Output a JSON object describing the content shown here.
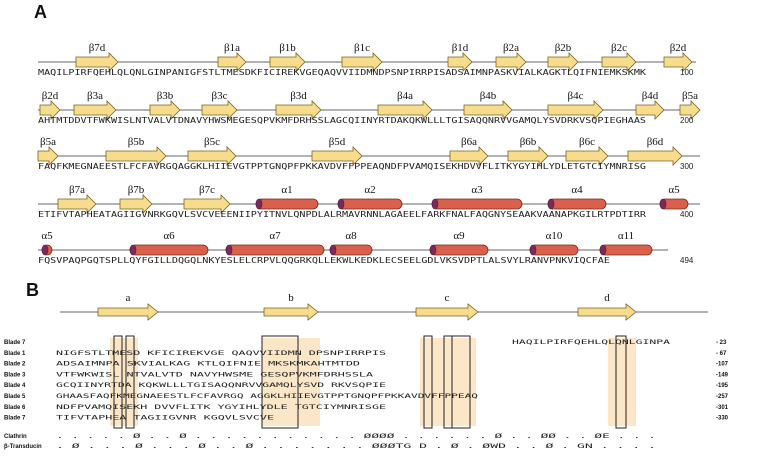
{
  "panel_a": {
    "label": "A",
    "rows": [
      {
        "seq": "MAQILPIRFQEHLQLQNLGINPANIGFSTLTMESDKFICIREKVGEQAQVVIIDMNDPSNPIRRPISADSAIMNPASKVIALKAGKTLQIFNIEMKSKMK",
        "end": "100",
        "elements": [
          {
            "type": "strand",
            "label": "β7d"
          },
          {
            "type": "strand",
            "label": "β1a"
          },
          {
            "type": "strand",
            "label": "β1b"
          },
          {
            "type": "strand",
            "label": "β1c"
          },
          {
            "type": "strand",
            "label": "β1d"
          },
          {
            "type": "strand",
            "label": "β2a"
          },
          {
            "type": "strand",
            "label": "β2b"
          },
          {
            "type": "strand",
            "label": "β2c"
          },
          {
            "type": "strand",
            "label": "β2d"
          }
        ]
      },
      {
        "seq": "AHTMTDDVTFWKWISLNTVALVTDNAVYHWSMEGESQPVKMFDRHSSLAGCQIINYRTDAKQKWLLLTGISAQQNRVVGAMQLYSVDRKVSQPIEGHAAS",
        "end": "200",
        "elements": [
          {
            "type": "strand",
            "label": "β2d"
          },
          {
            "type": "strand",
            "label": "β3a"
          },
          {
            "type": "strand",
            "label": "β3b"
          },
          {
            "type": "strand",
            "label": "β3c"
          },
          {
            "type": "strand",
            "label": "β3d"
          },
          {
            "type": "strand",
            "label": "β4a"
          },
          {
            "type": "strand",
            "label": "β4b"
          },
          {
            "type": "strand",
            "label": "β4c"
          },
          {
            "type": "strand",
            "label": "β4d"
          },
          {
            "type": "strand",
            "label": "β5a"
          }
        ]
      },
      {
        "seq": "FAQFKMEGNAEESTLFCFAVRGQAGGKLHIIEVGTPPTGNQPFPKKAVDVFFPPEAQNDFPVAMQISEKHDVVFLITKYGYIHLYDLETGTCIYMNRISG",
        "end": "300",
        "elements": [
          {
            "type": "strand",
            "label": "β5a"
          },
          {
            "type": "strand",
            "label": "β5b"
          },
          {
            "type": "strand",
            "label": "β5c"
          },
          {
            "type": "strand",
            "label": "β5d"
          },
          {
            "type": "strand",
            "label": "β6a"
          },
          {
            "type": "strand",
            "label": "β6b"
          },
          {
            "type": "strand",
            "label": "β6c"
          },
          {
            "type": "strand",
            "label": "β6d"
          }
        ]
      },
      {
        "seq": "ETIFVTAPHEATAGIIGVNRKGQVLSVCVEEENIIPYITNVLQNPDLALRMAVRNNLAGAEELFARKFNALFAQGNYSEAAKVAANAPKGILRTPDTIRR",
        "end": "400",
        "elements": [
          {
            "type": "strand",
            "label": "β7a"
          },
          {
            "type": "strand",
            "label": "β7b"
          },
          {
            "type": "strand",
            "label": "β7c"
          },
          {
            "type": "helix",
            "label": "α1"
          },
          {
            "type": "helix",
            "label": "α2"
          },
          {
            "type": "helix",
            "label": "α3"
          },
          {
            "type": "helix",
            "label": "α4"
          },
          {
            "type": "helix",
            "label": "α5"
          }
        ]
      },
      {
        "seq": "FQSVPAQPGQTSPLLQYFGILLDQGQLNKYESLELCRPVLQQGRKQLLEKWLKEDKLECSEELGDLVKSVDPTLALSVYLRANVPNKVIQCFAE",
        "end": "494",
        "elements": [
          {
            "type": "helix",
            "label": "α5"
          },
          {
            "type": "helix",
            "label": "α6"
          },
          {
            "type": "helix",
            "label": "α7"
          },
          {
            "type": "helix",
            "label": "α8"
          },
          {
            "type": "helix",
            "label": "α9"
          },
          {
            "type": "helix",
            "label": "α10"
          },
          {
            "type": "helix",
            "label": "α11"
          }
        ]
      }
    ]
  },
  "panel_b": {
    "label": "B",
    "strand_labels": [
      "a",
      "b",
      "c",
      "d"
    ],
    "blades": [
      {
        "name": "Blade 7",
        "seq": "HAQILPIRFQEHLQLQNLGINPA",
        "end": "- 23"
      },
      {
        "name": "Blade 1",
        "seq": "NIGFSTLTMESD  KFICIREKVGE  QAQVVIIDMN  DPSNPIRRPIS",
        "end": "- 67"
      },
      {
        "name": "Blade 2",
        "seq": "ADSAIMNPA  SKVIALKAG  KTLQIFNIE  MKSKMKAHTMTDD",
        "end": "-107"
      },
      {
        "name": "Blade 3",
        "seq": "VTFWKWISL  NTVALVTD  NAVYHWSME  GESQPVKMFDRHSSLA",
        "end": "-149"
      },
      {
        "name": "Blade 4",
        "seq": "GCQIINYRTDA  KQKWLLLTGISAQQNRVVGAMQLYSVD  RKVSQPIE",
        "end": "-195"
      },
      {
        "name": "Blade 5",
        "seq": "GHAASFAQFKMEGNAEESTLFCFAVRGQ  AGGKLHIIEVGTPPTGNQPFPKKAVDVFFPPEAQ",
        "end": "-257"
      },
      {
        "name": "Blade 6",
        "seq": "NDFPVAMQISEKH  DVVFLITK  YGYIHLYDLE  TGTCIYMNRISGE",
        "end": "-301"
      },
      {
        "name": "Blade 7",
        "seq": "TIFVTAPHEA  TAGIIGVNR  KGQVLSVCVE",
        "end": "-330"
      }
    ],
    "footer": [
      {
        "name": "Clathrin",
        "seq": ". . . . . Ø . . Ø . . . .  . . . . . . . ØØØØ  . . . . . .  Ø . . ØØ . . ØE . . ."
      },
      {
        "name": "β-Transducin",
        "seq": ". Ø . . . Ø . . . Ø . . Ø  . . . . . . . ØØØTG  D . Ø . ØWD . .  Ø . GN . . . ."
      }
    ]
  }
}
